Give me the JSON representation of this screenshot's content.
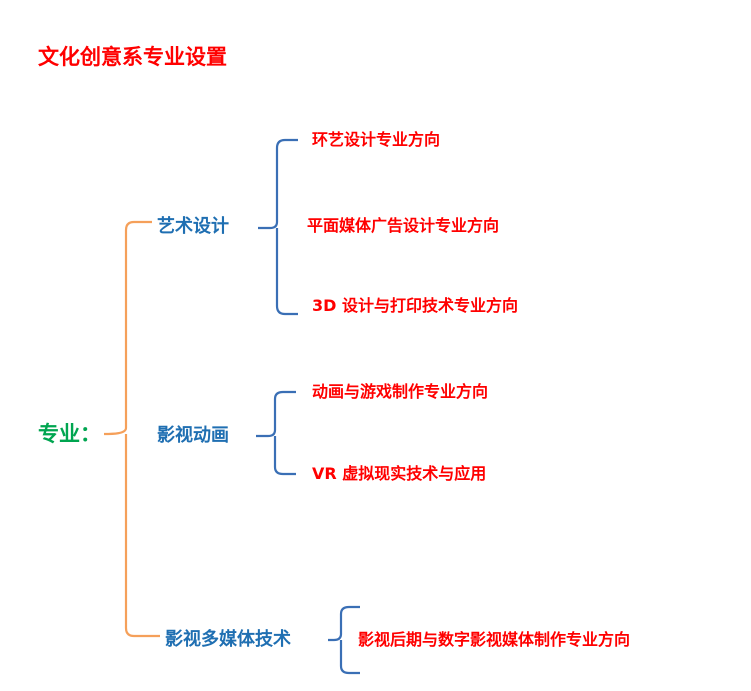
{
  "title": "文化创意系专业设置",
  "root": {
    "label": "专业："
  },
  "categories": [
    {
      "label": "艺术设计",
      "children": [
        "环艺设计专业方向",
        "平面媒体广告设计专业方向",
        "3D  设计与打印技术专业方向"
      ]
    },
    {
      "label": "影视动画",
      "children": [
        "动画与游戏制作专业方向",
        "VR 虚拟现实技术与应用"
      ]
    },
    {
      "label": "影视多媒体技术",
      "children": [
        "影视后期与数字影视媒体制作专业方向"
      ]
    }
  ],
  "colors": {
    "title": "#ff0000",
    "root": "#00a550",
    "category": "#1f6fb2",
    "leaf": "#ff0000",
    "root_bracket": "#f5a05a",
    "category_bracket": "#3a6fb5"
  }
}
